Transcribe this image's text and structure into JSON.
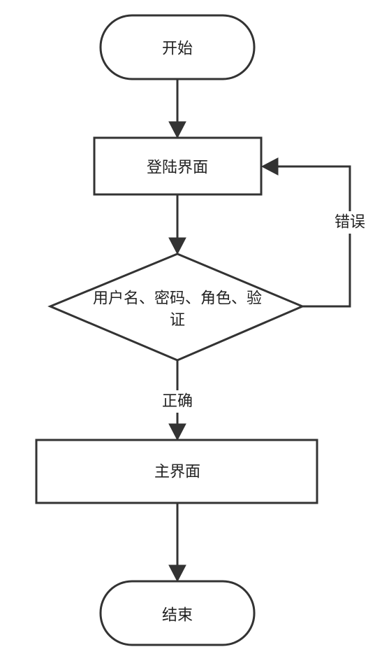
{
  "flowchart": {
    "nodes": {
      "start": {
        "label": "开始"
      },
      "login": {
        "label": "登陆界面"
      },
      "check": {
        "label_line1": "用户名、密码、角色、验",
        "label_line2": "证"
      },
      "main": {
        "label": "主界面"
      },
      "end": {
        "label": "结束"
      }
    },
    "edges": {
      "start_to_login": {
        "label": ""
      },
      "login_to_check": {
        "label": ""
      },
      "check_to_main": {
        "label": "正确"
      },
      "check_to_login": {
        "label": "错误"
      },
      "main_to_end": {
        "label": ""
      }
    },
    "colors": {
      "stroke": "#333333",
      "text": "#222222",
      "background": "#ffffff"
    }
  }
}
